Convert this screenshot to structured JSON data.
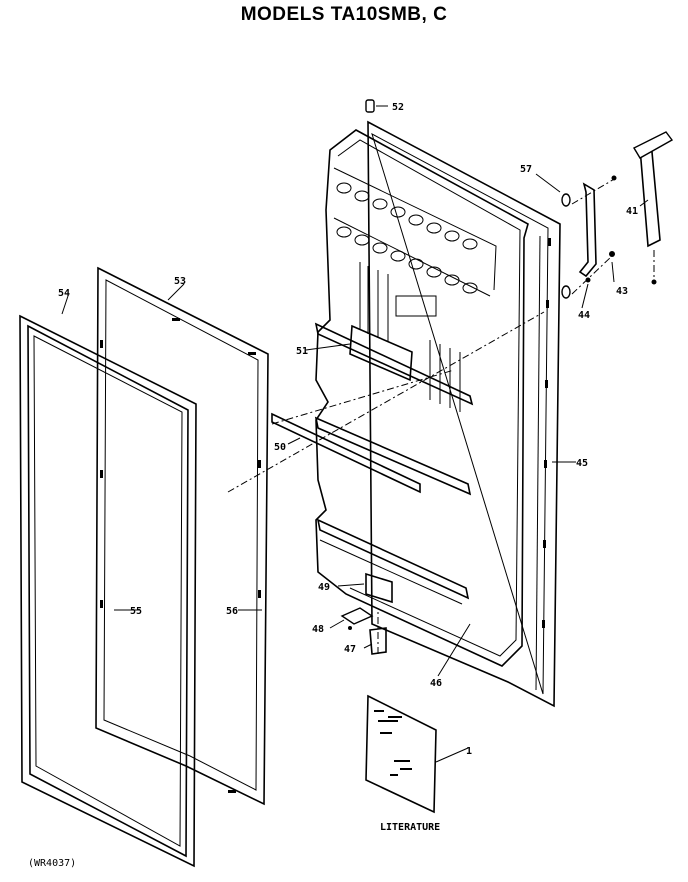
{
  "header": {
    "title": "MODELS TA10SMB, C"
  },
  "footer": {
    "code": "(WR4037)"
  },
  "callouts": [
    {
      "id": "52",
      "label": "52"
    },
    {
      "id": "57",
      "label": "57"
    },
    {
      "id": "41",
      "label": "41"
    },
    {
      "id": "43",
      "label": "43"
    },
    {
      "id": "44",
      "label": "44"
    },
    {
      "id": "53",
      "label": "53"
    },
    {
      "id": "54",
      "label": "54"
    },
    {
      "id": "51",
      "label": "51"
    },
    {
      "id": "50",
      "label": "50"
    },
    {
      "id": "45",
      "label": "45"
    },
    {
      "id": "55",
      "label": "55"
    },
    {
      "id": "56",
      "label": "56"
    },
    {
      "id": "49",
      "label": "49"
    },
    {
      "id": "48a",
      "label": "48"
    },
    {
      "id": "47",
      "label": "47"
    },
    {
      "id": "46",
      "label": "46"
    },
    {
      "id": "1",
      "label": "1"
    }
  ],
  "literature": {
    "label": "LITERATURE"
  }
}
